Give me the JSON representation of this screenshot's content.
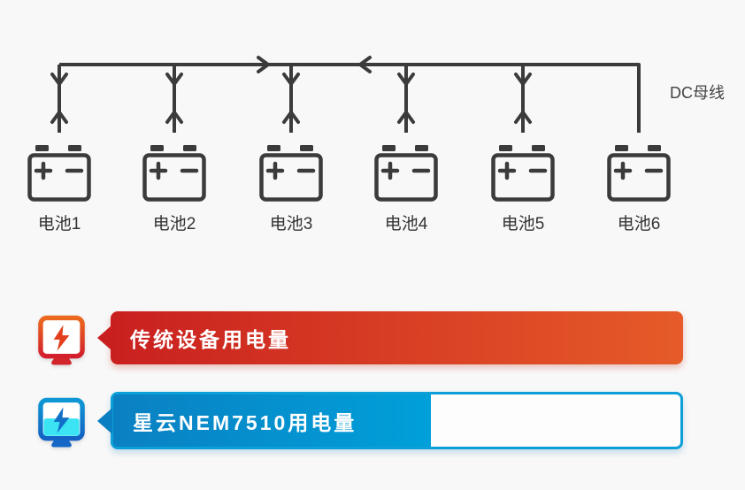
{
  "page": {
    "background": "#f8f8f8"
  },
  "diagram": {
    "bus_label": "DC母线",
    "line_color": "#3b3b3b",
    "batteries": [
      {
        "label": "电池1"
      },
      {
        "label": "电池2"
      },
      {
        "label": "电池3"
      },
      {
        "label": "电池4"
      },
      {
        "label": "电池5"
      },
      {
        "label": "电池6"
      }
    ]
  },
  "legend": {
    "rows": [
      {
        "label": "传统设备用电量",
        "icon": "lightning-meter-icon",
        "fill_percent": 100,
        "colors": {
          "start": "#c9201f",
          "end": "#e65b29"
        }
      },
      {
        "label": "星云NEM7510用电量",
        "icon": "lightning-meter-icon",
        "fill_percent": 56,
        "colors": {
          "start": "#0a80c2",
          "end": "#00a0da",
          "border": "#0c9fd8",
          "accent": "#3ae4f3"
        }
      }
    ]
  }
}
